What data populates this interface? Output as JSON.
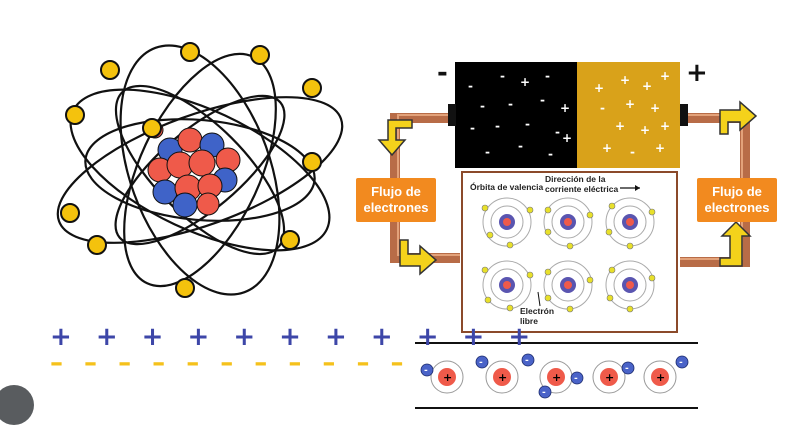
{
  "battery": {
    "neg_terminal": "-",
    "pos_terminal": "+"
  },
  "labels": {
    "left_flow": "Flujo de\nelectrones",
    "right_flow": "Flujo de\nelectrones",
    "valence_orbit": "Órbita de valencia",
    "current_direction": "Dirección de la corriente eléctrica",
    "free_electron": "Electrón libre"
  },
  "charge_rows": {
    "plus": "+ + + + + + + + + + +",
    "minus": "– – – – – – – – – – –"
  },
  "colors": {
    "electron": "#f4c20d",
    "nucleus_red": "#ef5a4a",
    "nucleus_blue": "#3f63c8",
    "battery_neg": "#000000",
    "battery_pos": "#d9a21a",
    "label_bg": "#f28a1f",
    "wire": "#b86c47"
  },
  "icons": [
    "lens-icon"
  ]
}
